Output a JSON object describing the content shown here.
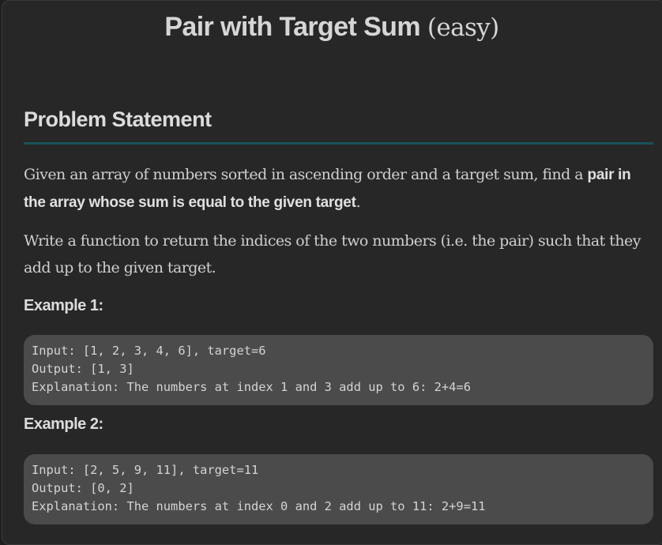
{
  "title": {
    "main": "Pair with Target Sum ",
    "difficulty": "(easy)"
  },
  "problem": {
    "heading": "Problem Statement",
    "paragraph1": {
      "text": "Given an array of numbers sorted in ascending order and a target sum, find a ",
      "bold": "pair in the array whose sum is equal to the given target",
      "end": "."
    },
    "paragraph2": "Write a function to return the indices of the two numbers (i.e. the pair) such that they add up to the given target."
  },
  "examples": [
    {
      "label": "Example 1:",
      "lines": [
        "Input: [1, 2, 3, 4, 6], target=6",
        "Output: [1, 3]",
        "Explanation: The numbers at index 1 and 3 add up to 6: 2+4=6"
      ]
    },
    {
      "label": "Example 2:",
      "lines": [
        "Input: [2, 5, 9, 11], target=11",
        "Output: [0, 2]",
        "Explanation: The numbers at index 0 and 2 add up to 11: 2+9=11"
      ]
    }
  ],
  "colors": {
    "background": "#272727",
    "divider": "#17545a",
    "code_background": "#4b4b4b"
  }
}
